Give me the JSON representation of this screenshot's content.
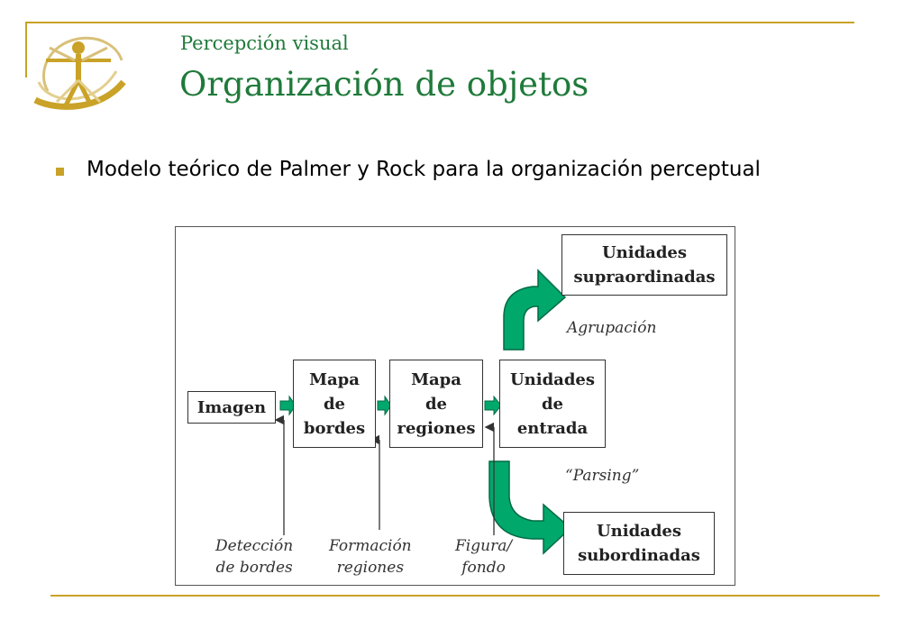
{
  "header": {
    "subtitle": "Percepción visual",
    "title": "Organización de objetos"
  },
  "bullet": {
    "text": "Modelo teórico de Palmer y Rock para la organización perceptual"
  },
  "diagram": {
    "boxes": {
      "imagen": "Imagen",
      "mapa_bordes": "Mapa\nde\nbordes",
      "mapa_regiones": "Mapa\nde\nregiones",
      "unidades_entrada": "Unidades\nde\nentrada",
      "unidades_supra": "Unidades\nsupraordinadas",
      "unidades_sub": "Unidades\nsubordinadas"
    },
    "labels": {
      "agrupacion": "Agrupación",
      "parsing": "“Parsing”",
      "deteccion": "Detección\nde bordes",
      "formacion": "Formación\nregiones",
      "figura": "Figura/\nfondo"
    }
  },
  "colors": {
    "accent_gold": "#c9a227",
    "title_green": "#1f7a3a",
    "arrow_green": "#00a86b"
  }
}
